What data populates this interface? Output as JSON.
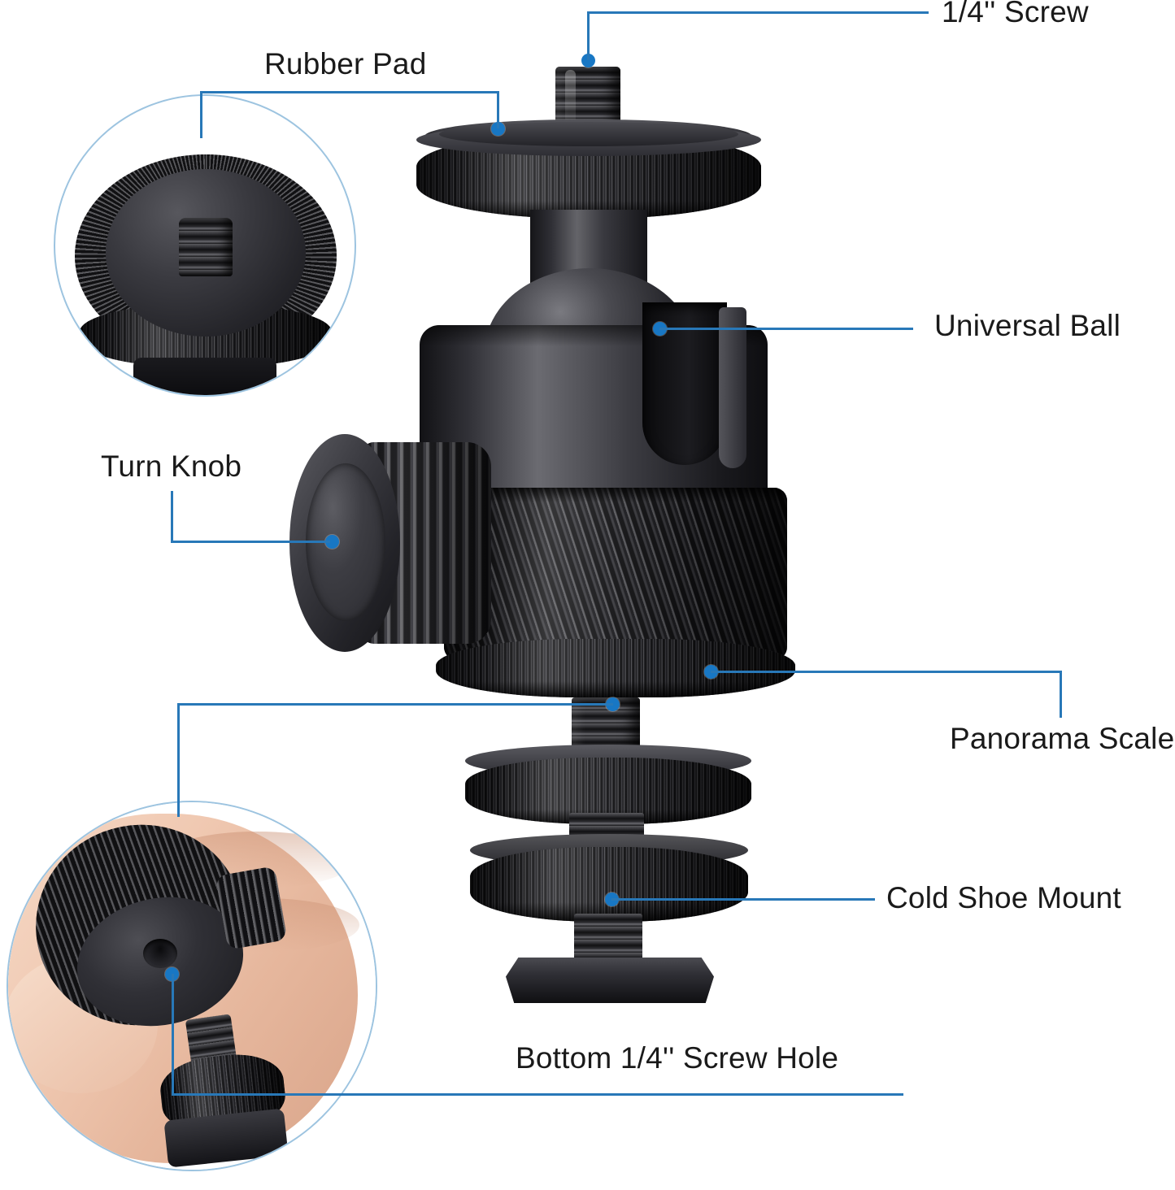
{
  "diagram": {
    "title": "Camera Ball Head Mount Annotated Product Diagram",
    "background_color": "#ffffff",
    "leader_color": "#2878b8",
    "dot_color": "#1877c4",
    "inset_border_color": "#9dc4e0",
    "text_color": "#1a1a1a"
  },
  "callouts": [
    {
      "id": "screw",
      "label": "1/4'' Screw",
      "align": "left"
    },
    {
      "id": "rubber_pad",
      "label": "Rubber Pad",
      "align": "left"
    },
    {
      "id": "universal_ball",
      "label": "Universal Ball",
      "align": "left"
    },
    {
      "id": "turn_knob",
      "label": "Turn Knob",
      "align": "left"
    },
    {
      "id": "panorama",
      "label": "Panorama Scale",
      "align": "left"
    },
    {
      "id": "cold_shoe",
      "label": "Cold Shoe Mount",
      "align": "left"
    },
    {
      "id": "bottom_screw",
      "label": "Bottom 1/4'' Screw Hole",
      "align": "left"
    }
  ],
  "insets": [
    {
      "id": "rubber-pad-inset",
      "description": "Top-down view of rubber pad screw adapter"
    },
    {
      "id": "hand-hold-inset",
      "description": "Hand holding ball head showing bottom screw hole"
    }
  ]
}
